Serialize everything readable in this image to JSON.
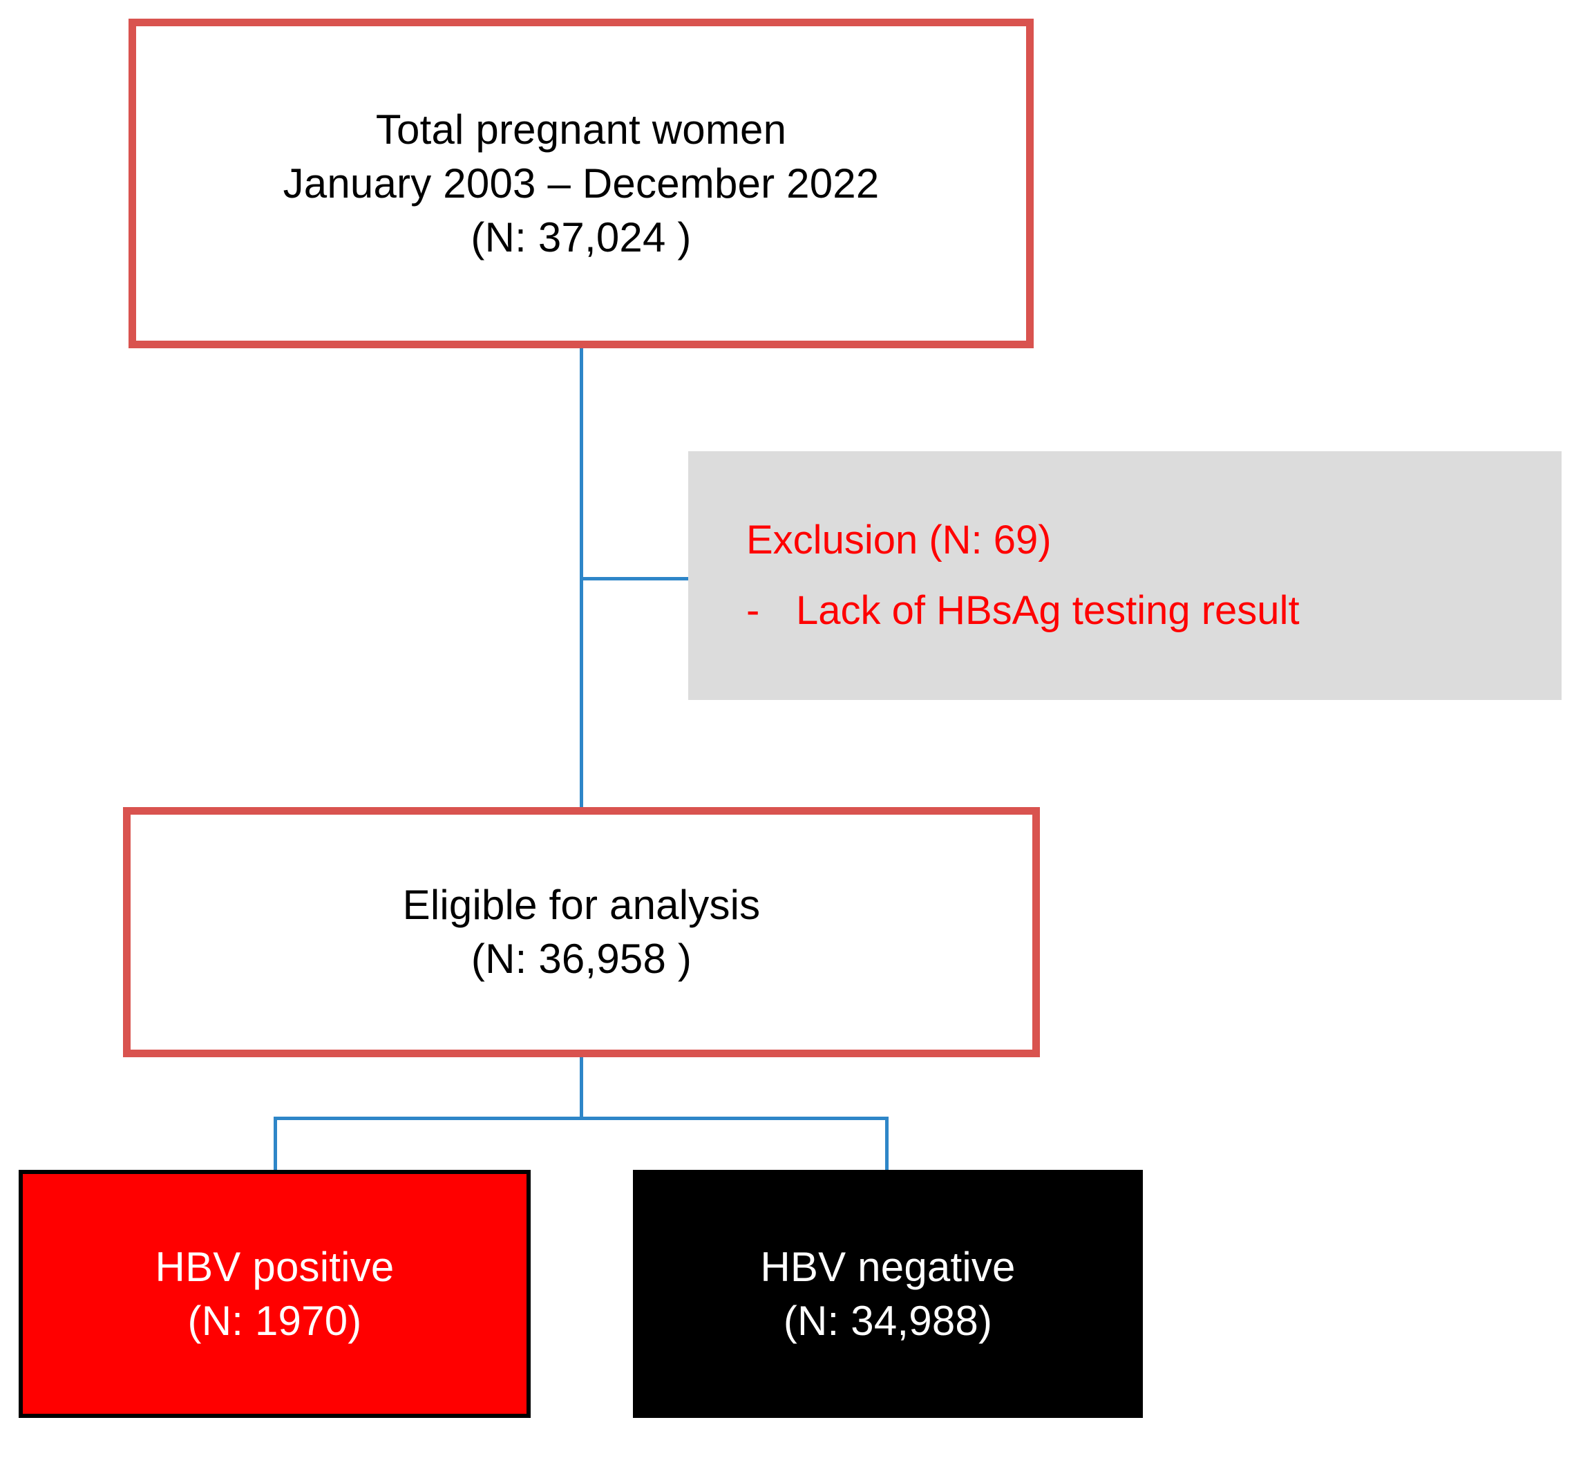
{
  "diagram": {
    "title": "HBV screening study flow diagram",
    "colors": {
      "outline_border": "#d9534f",
      "connector_blue": "#2e86c8",
      "exclusion_background": "#dcdcdc",
      "exclusion_text": "#ff0000",
      "positive_background": "#ff0000",
      "negative_background": "#000000"
    },
    "nodes": {
      "total": {
        "line1": "Total pregnant women",
        "line2": "January 2003 – December 2022",
        "line3": "(N: 37,024 )"
      },
      "exclusion": {
        "heading": "Exclusion (N: 69)",
        "bullet_marker": "-",
        "bullet_text": "Lack of HBsAg testing result"
      },
      "eligible": {
        "line1": "Eligible for analysis",
        "line2": "(N: 36,958 )"
      },
      "hbv_positive": {
        "line1": "HBV positive",
        "line2": "(N: 1970)"
      },
      "hbv_negative": {
        "line1": "HBV negative",
        "line2": "(N: 34,988)"
      }
    }
  }
}
